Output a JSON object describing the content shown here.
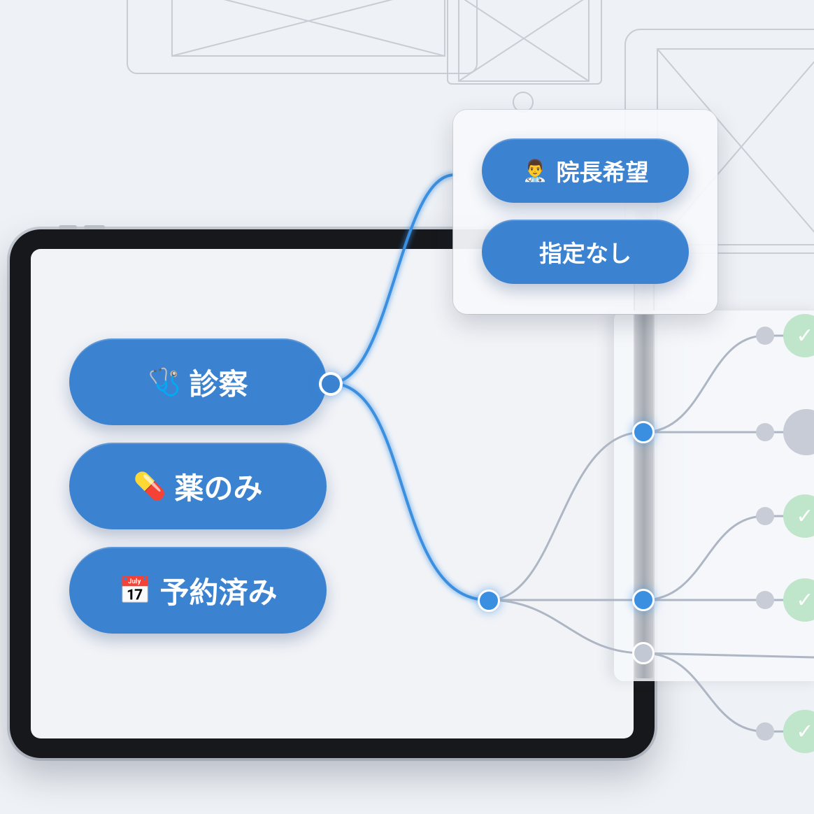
{
  "options": {
    "main": [
      {
        "icon": "🩺",
        "icon_name": "stethoscope-icon",
        "label": "診察"
      },
      {
        "icon": "💊",
        "icon_name": "pill-icon",
        "label": "薬のみ"
      },
      {
        "icon": "📅",
        "icon_name": "calendar-icon",
        "label": "予約済み"
      }
    ],
    "doctor": [
      {
        "icon": "👨‍⚕️",
        "icon_name": "doctor-icon",
        "label": "院長希望"
      },
      {
        "icon": "",
        "icon_name": "",
        "label": "指定なし"
      }
    ]
  },
  "status_icons": {
    "check": "✓",
    "check_name": "check-icon"
  },
  "colors": {
    "accent": "#3b82d0",
    "flow_line": "#3b8fe0",
    "gray_line": "#aeb6c4",
    "success": "#bfe5cb",
    "background": "#eef1f5",
    "device": "#16181c"
  }
}
